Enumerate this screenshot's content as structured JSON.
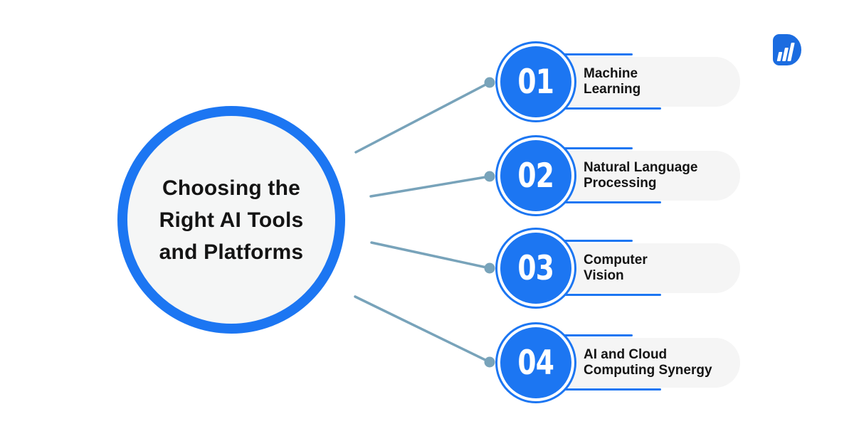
{
  "colors": {
    "accent_blue": "#1c76f2",
    "pill_bg": "#f5f5f5",
    "hub_fill": "#f5f6f6",
    "connector": "#78a3ba",
    "text_dark": "#141414",
    "logo_blue": "#1b6ce0",
    "background": "#ffffff"
  },
  "hub": {
    "title_lines": [
      "Choosing the",
      "Right AI Tools",
      "and Platforms"
    ]
  },
  "items": [
    {
      "number": "01",
      "label_line1": "Machine",
      "label_line2": "Learning"
    },
    {
      "number": "02",
      "label_line1": "Natural Language",
      "label_line2": "Processing"
    },
    {
      "number": "03",
      "label_line1": "Computer",
      "label_line2": "Vision"
    },
    {
      "number": "04",
      "label_line1": "AI and Cloud",
      "label_line2": "Computing Synergy"
    }
  ],
  "logo": {
    "name": "brand-logo-bar-chart-d"
  }
}
